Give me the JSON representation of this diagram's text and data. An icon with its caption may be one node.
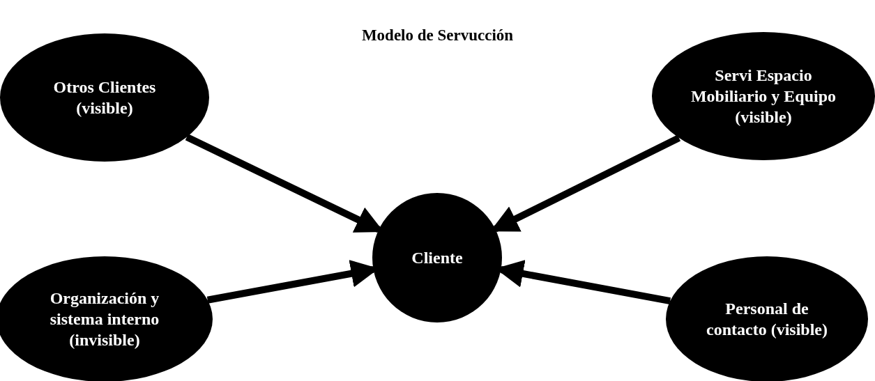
{
  "diagram": {
    "title": "Modelo de Servucción",
    "nodes": [
      {
        "text": [
          "Otros Clientes (visible)"
        ]
      },
      {
        "text": [
          "Servi Espacio Mobiliario y Equipo (visible)"
        ]
      },
      {
        "text": [
          "Cliente"
        ]
      },
      {
        "text": [
          "Organización y sistema interno (invisible)"
        ]
      },
      {
        "text": [
          "Personal de contacto (visible)"
        ]
      }
    ],
    "edges": [
      {
        "from": 0,
        "to": 2,
        "arrow": "to"
      },
      {
        "from": 1,
        "to": 2,
        "arrow": "to"
      },
      {
        "from": 3,
        "to": 2,
        "arrow": "to"
      },
      {
        "from": 4,
        "to": 2,
        "arrow": "to"
      }
    ]
  }
}
